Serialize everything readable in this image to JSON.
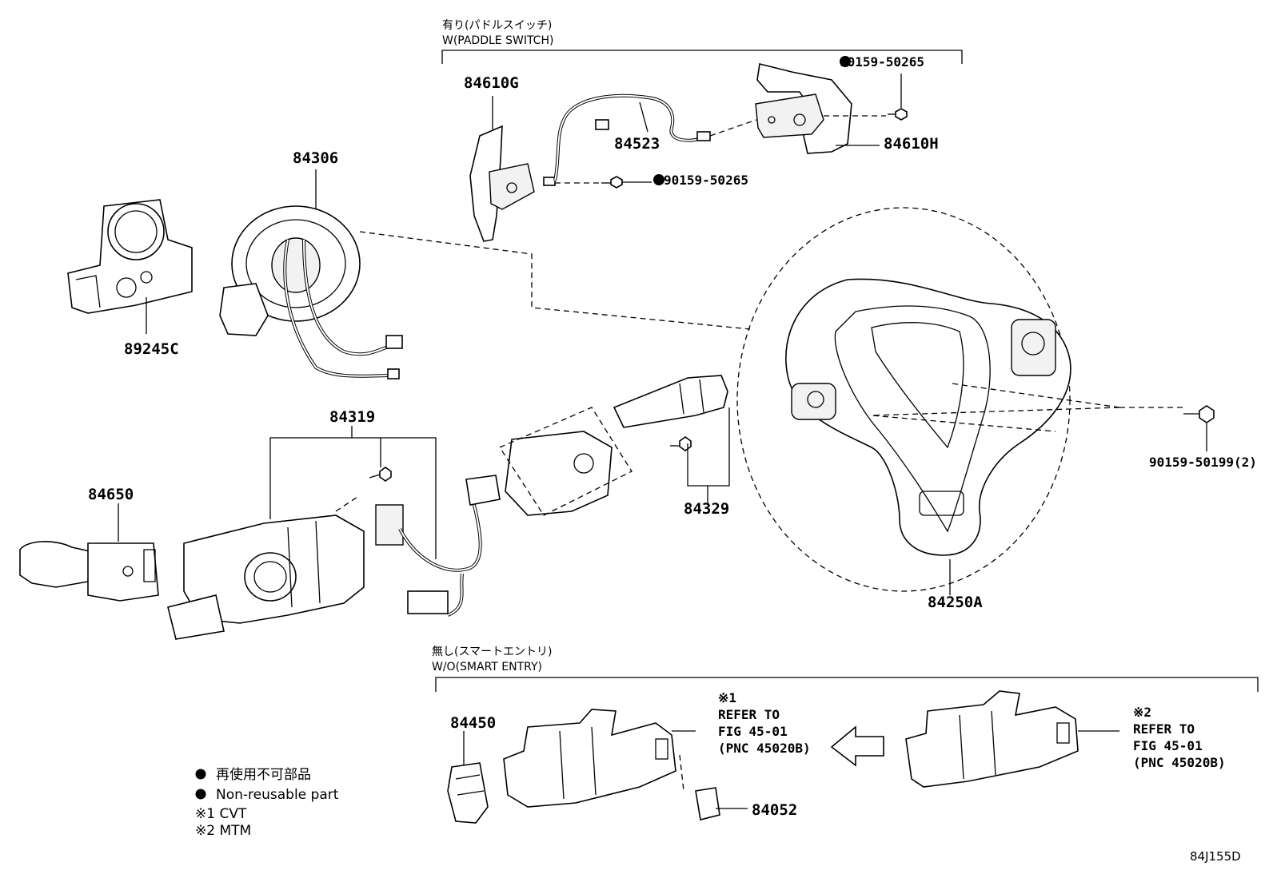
{
  "headers": {
    "paddle_jp": "有り(パドルスイッチ)",
    "paddle_en": "W(PADDLE SWITCH)",
    "smart_jp": "無し(スマートエントリ)",
    "smart_en": "W/O(SMART ENTRY)"
  },
  "parts": {
    "p84610G": "84610G",
    "p84523": "84523",
    "p90159_50265_a": "90159-50265",
    "p90159_50265_b": "90159-50265",
    "p84610H": "84610H",
    "p84306": "84306",
    "p89245C": "89245C",
    "p84319": "84319",
    "p84650": "84650",
    "p84329": "84329",
    "p84250A": "84250A",
    "p90159_50199": "90159-50199(2)",
    "p84450": "84450",
    "p84052": "84052"
  },
  "refs": {
    "ref1_mark": "※1",
    "ref1_l1": "REFER TO",
    "ref1_l2": "FIG 45-01",
    "ref1_l3": "(PNC 45020B)",
    "ref2_mark": "※2",
    "ref2_l1": "REFER TO",
    "ref2_l2": "FIG 45-01",
    "ref2_l3": "(PNC 45020B)"
  },
  "legend": {
    "jp": "再使用不可部品",
    "en": "Non-reusable part",
    "note1": "※1 CVT",
    "note2": "※2 MTM"
  },
  "figure_code": "84J155D"
}
